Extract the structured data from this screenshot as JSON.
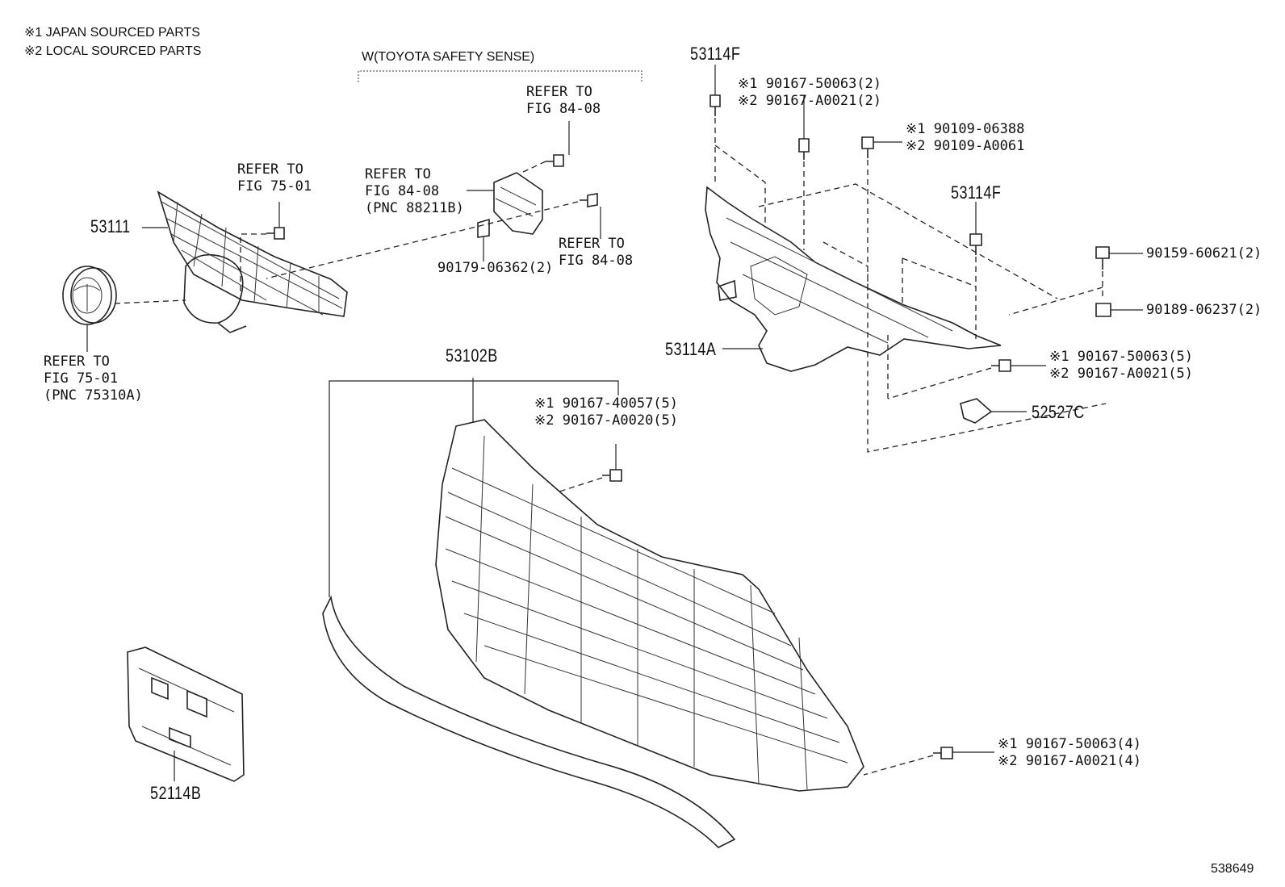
{
  "notes": {
    "japan": "※1 JAPAN SOURCED PARTS",
    "local": "※2 LOCAL SOURCED PARTS",
    "tss": "W(TOYOTA SAFETY SENSE)"
  },
  "figure_number": "538649",
  "part_labels": {
    "p53111": "53111",
    "p53114f_top": "53114F",
    "p53114f_mid": "53114F",
    "p53114a": "53114A",
    "p53102b": "53102B",
    "p52527c": "52527C",
    "p52114b": "52114B"
  },
  "refs": {
    "ref_75_01": [
      "REFER TO",
      "FIG 75-01"
    ],
    "ref_75_01_emblem": [
      "REFER TO",
      "FIG 75-01",
      "(PNC 75310A)"
    ],
    "ref_84_08_top": [
      "REFER TO",
      "FIG 84-08"
    ],
    "ref_84_08_sensor": [
      "REFER TO",
      "FIG 84-08",
      "(PNC 88211B)"
    ],
    "ref_84_08_bolt": [
      "REFER TO",
      "FIG 84-08"
    ]
  },
  "fasteners": {
    "f90179": "90179-06362(2)",
    "f90167_50063_2": [
      "※1 90167-50063(2)",
      "※2 90167-A0021(2)"
    ],
    "f90109": [
      "※1 90109-06388",
      "※2 90109-A0061"
    ],
    "f90159": "90159-60621(2)",
    "f90189": "90189-06237(2)",
    "f90167_50063_5": [
      "※1 90167-50063(5)",
      "※2 90167-A0021(5)"
    ],
    "f90167_40057": [
      "※1 90167-40057(5)",
      "※2 90167-A0020(5)"
    ],
    "f90167_50063_4": [
      "※1 90167-50063(4)",
      "※2 90167-A0021(4)"
    ]
  }
}
